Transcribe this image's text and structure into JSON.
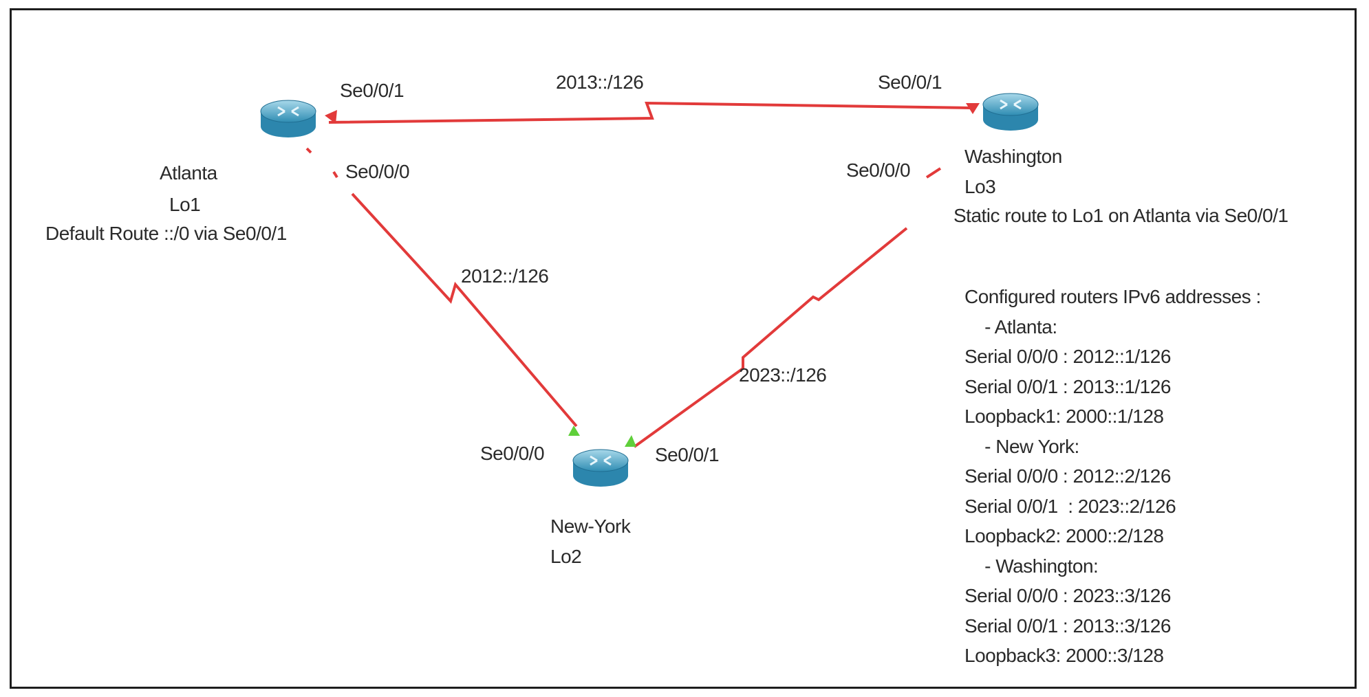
{
  "routers": {
    "atlanta": {
      "name": "Atlanta",
      "loopback": "Lo1",
      "route_note": "Default Route ::/0 via Se0/0/1",
      "if_top": "Se0/0/1",
      "if_bottom": "Se0/0/0"
    },
    "washington": {
      "name": "Washington",
      "loopback": "Lo3",
      "route_note": "Static route to Lo1 on Atlanta via Se0/0/1",
      "if_top": "Se0/0/1",
      "if_bottom": "Se0/0/0"
    },
    "newyork": {
      "name": "New-York",
      "loopback": "Lo2",
      "if_left": "Se0/0/0",
      "if_right": "Se0/0/1"
    }
  },
  "links": {
    "atlanta_washington": {
      "network": "2013::/126",
      "color": "#e23a3a"
    },
    "atlanta_newyork": {
      "network": "2012::/126",
      "color": "#e23a3a"
    },
    "newyork_washington": {
      "network": "2023::/126",
      "color": "#e23a3a"
    }
  },
  "link_status": {
    "down_color": "#e23a3a",
    "up_color": "#5fcf3a"
  },
  "notes": {
    "title": "Configured routers IPv6 addresses :",
    "lines": [
      "    - Atlanta:",
      "Serial 0/0/0 : 2012::1/126",
      "Serial 0/0/1 : 2013::1/126",
      "Loopback1: 2000::1/128",
      "    - New York:",
      "Serial 0/0/0 : 2012::2/126",
      "Serial 0/0/1  : 2023::2/126",
      "Loopback2: 2000::2/128",
      "    - Washington:",
      "Serial 0/0/0 : 2023::3/126",
      "Serial 0/0/1 : 2013::3/126",
      "Loopback3: 2000::3/128"
    ]
  }
}
